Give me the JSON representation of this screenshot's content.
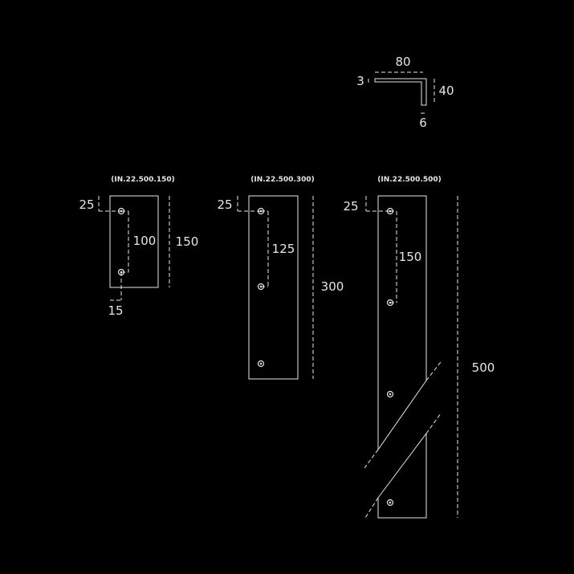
{
  "profile": {
    "width_label": "80",
    "height_label": "40",
    "thickness_label": "3",
    "bottom_label": "6"
  },
  "brackets": [
    {
      "code": "(IN.22.500.150)",
      "top_offset": "25",
      "hole_spacing": "100",
      "length": "150",
      "hole_inset": "15"
    },
    {
      "code": "(IN.22.500.300)",
      "top_offset": "25",
      "hole_spacing": "125",
      "length": "300"
    },
    {
      "code": "(IN.22.500.500)",
      "top_offset": "25",
      "hole_spacing": "150",
      "length": "500"
    }
  ]
}
